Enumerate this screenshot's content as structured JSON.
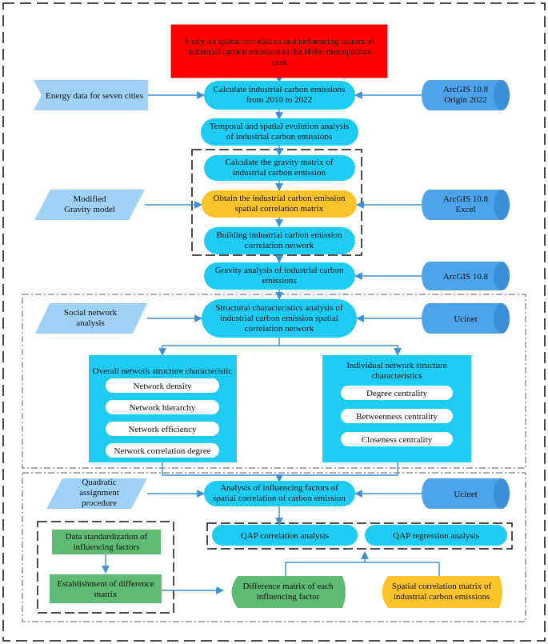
{
  "colors": {
    "title_red": "#ff0000",
    "cyan": "#1ecbf2",
    "light_blue": "#9fd0f5",
    "blue_side": "#4da3ea",
    "orange": "#fcc22a",
    "green": "#5fba74",
    "arrow": "#3a8fd6",
    "white": "#ffffff"
  },
  "nodes": {
    "title": [
      "Study on spatial correlation and influencing factors of",
      "industrial carbon emission in the Hefei metropolitan",
      "area"
    ],
    "energy_data": [
      "Energy data for seven cities"
    ],
    "calc_emissions": [
      "Calculate industrial carbon emissions",
      "from 2010 to 2022"
    ],
    "tool_arcgis_origin": [
      "ArcGIS 10.8",
      "Origin 2022"
    ],
    "temporal_spatial": [
      "Temporal and spatial evolution analysis",
      "of industrial carbon emissions"
    ],
    "gravity_matrix": [
      "Calculate the gravity matrix of",
      "industrial carbon emission"
    ],
    "correlation_matrix": [
      "Obtain the industrial carbon emission",
      "spatial correlation matrix"
    ],
    "modified_gravity": [
      "Modified",
      "Gravity model"
    ],
    "tool_arcgis_excel": [
      "ArcGIS 10.8",
      "Excel"
    ],
    "build_network": [
      "Building industrial carbon emission",
      "correlation network"
    ],
    "gravity_analysis": [
      "Gravity analysis of industrial carbon",
      "emissions"
    ],
    "tool_arcgis": [
      "ArcGIS 10.8"
    ],
    "social_network": [
      "Social network",
      "analysis"
    ],
    "structural_analysis": [
      "Structural characteristics analysis of",
      "industrial carbon emission spatial",
      "correlation network"
    ],
    "tool_ucinet_1": [
      "Ucinet"
    ],
    "overall_title": [
      "Overall network structure characteristic"
    ],
    "overall_items": [
      "Network density",
      "Network hierarchy",
      "Network efficiency",
      "Network correlation degree"
    ],
    "individual_title": [
      "Individual network structure",
      "characteristics"
    ],
    "individual_items": [
      "Degree centrality",
      "Betweenness centrality",
      "Closeness centrality"
    ],
    "qap_procedure": [
      "Quadratic",
      "assignment",
      "procedure"
    ],
    "influencing_factors": [
      "Analysis of influencing factors of",
      "spatial correlation of carbon emission"
    ],
    "tool_ucinet_2": [
      "Ucinet"
    ],
    "qap_correlation": [
      "QAP correlation analysis"
    ],
    "qap_regression": [
      "QAP regression analysis"
    ],
    "data_standardization": [
      "Data standardization of",
      "influencing factors"
    ],
    "difference_establish": [
      "Establishment of difference",
      "matrix"
    ],
    "difference_matrix": [
      "Difference matrix of each",
      "influencing factor"
    ],
    "spatial_corr_matrix": [
      "Spatial correlation matrix of",
      "industrial carbon emissions"
    ]
  }
}
